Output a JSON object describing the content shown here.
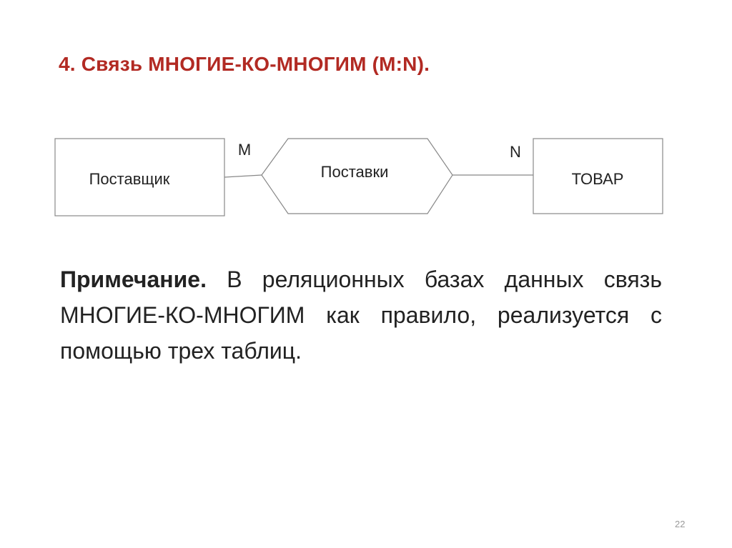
{
  "slide": {
    "title": "4. Связь МНОГИЕ-КО-МНОГИМ (M:N).",
    "page_number": "22"
  },
  "diagram": {
    "entity_left": "Поставщик",
    "relationship": "Поставки",
    "entity_right": "ТОВАР",
    "cardinality_left": "M",
    "cardinality_right": "N"
  },
  "note": {
    "lead": "Примечание.",
    "text": "В реляционных базах данных связь МНОГИЕ-КО-МНОГИМ как правило, реализуется с помощью трех таблиц."
  },
  "colors": {
    "title": "#b22a23",
    "text": "#222222",
    "shape_stroke": "#888888",
    "page_number": "#9a9a9a"
  }
}
